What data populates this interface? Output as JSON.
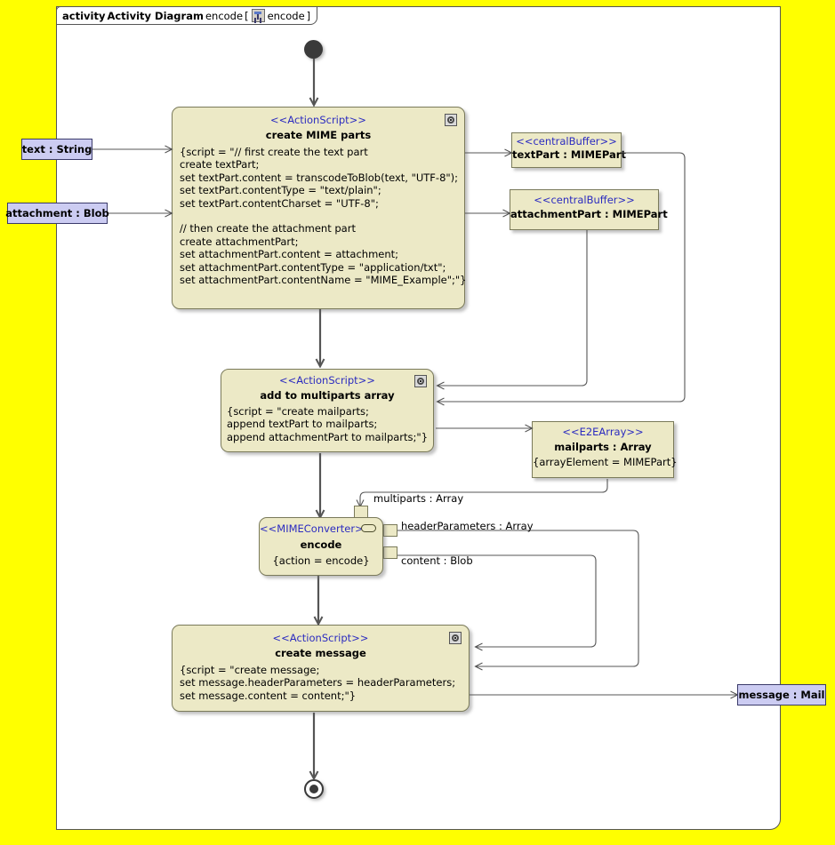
{
  "frame": {
    "keyword": "activity",
    "diagram_kind": "Activity Diagram",
    "name": "encode",
    "bracket_open": "[",
    "icon": "activity-frame-icon",
    "param": "encode",
    "bracket_close": "]",
    "background_color": "#ffff00",
    "frame_color": "#ffffff"
  },
  "colors": {
    "node_fill": "#ece9c6",
    "node_border": "#7a7a5a",
    "stereotype_text": "#2b2bc0",
    "pin_fill": "#ccccf2",
    "pin_border": "#3a3a6a",
    "edge": "#555555",
    "canvas": "#ffff00"
  },
  "nodes": {
    "initial": {
      "name": "initial-node"
    },
    "create_mime_parts": {
      "stereotype": "<<ActionScript>>",
      "name": "create MIME parts",
      "icon": "action-script-icon",
      "script": "{script = \"// first create the text part\ncreate textPart;\nset textPart.content = transcodeToBlob(text, \"UTF-8\");\nset textPart.contentType = \"text/plain\";\nset textPart.contentCharset = \"UTF-8\";\n\n// then create the attachment part\ncreate attachmentPart;\nset attachmentPart.content = attachment;\nset attachmentPart.contentType = \"application/txt\";\nset attachmentPart.contentName = \"MIME_Example\";\"}"
    },
    "add_to_multiparts": {
      "stereotype": "<<ActionScript>>",
      "name": "add to multiparts array",
      "icon": "action-script-icon",
      "script": "{script = \"create mailparts;\nappend textPart to mailparts;\nappend attachmentPart to mailparts;\"}"
    },
    "encode": {
      "stereotype": "<<MIMEConverter>>",
      "name": "encode",
      "icon": "call-behavior-icon",
      "property": "{action = encode}"
    },
    "create_message": {
      "stereotype": "<<ActionScript>>",
      "name": "create message",
      "icon": "action-script-icon",
      "script": "{script = \"create message;\nset message.headerParameters = headerParameters;\nset message.content = content;\"}"
    },
    "final": {
      "name": "activity-final-node"
    }
  },
  "inputs": [
    {
      "label": "text : String"
    },
    {
      "label": "attachment : Blob"
    }
  ],
  "buffers": [
    {
      "stereotype": "<<centralBuffer>>",
      "label": "textPart : MIMEPart"
    },
    {
      "stereotype": "<<centralBuffer>>",
      "label": "attachmentPart : MIMEPart"
    }
  ],
  "array_node": {
    "stereotype": "<<E2EArray>>",
    "name": "mailparts : Array",
    "property": "{arrayElement = MIMEPart}"
  },
  "pins": [
    {
      "label": "multiparts : Array",
      "direction": "input"
    },
    {
      "label": "headerParameters : Array",
      "direction": "output"
    },
    {
      "label": "content : Blob",
      "direction": "output"
    }
  ],
  "outputs": [
    {
      "label": "message : Mail"
    }
  ]
}
